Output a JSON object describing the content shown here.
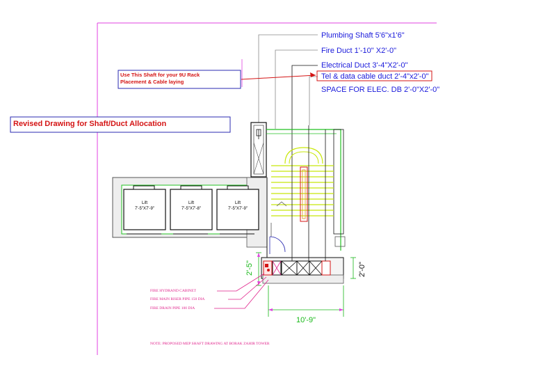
{
  "labels": {
    "plumbing_shaft": "Plumbing Shaft 5'6\"x1'6\"",
    "fire_duct": "Fire Duct 1'-10\" X2'-0\"",
    "electrical_duct": "Electrical Duct 3'-4\"X2'-0\"",
    "tel_data_duct": "Tel & data  cable duct 2'-4\"x2'-0\"",
    "space_elec_db": "SPACE FOR ELEC. DB 2'-0\"X2'-0\""
  },
  "callout": {
    "line1": "Use This Shaft for your 9U Rack",
    "line2": "Placement & Cable laying"
  },
  "title_box": {
    "text": "Revised Drawing for Shaft/Duct Allocation"
  },
  "lifts": [
    {
      "label": "Lift",
      "size": "7'-5\"X7'-9\""
    },
    {
      "label": "Lift",
      "size": "7'-5\"X7'-8\""
    },
    {
      "label": "Lift",
      "size": "7'-5\"X7'-9\""
    }
  ],
  "dimensions": {
    "left_vertical": "2'-5\"",
    "right_vertical": "2'-0\"",
    "bottom_horizontal": "10'-9\""
  },
  "notes": {
    "fire_hydrant": "FIRE HYDRAND CABINET",
    "fire_main_riser": "FIRE MAIN RISER PIPE 150 DIA",
    "fire_drain": "FIRE DRAIN PIPE 100 DIA",
    "bottom_note": "NOTE: PROPOSED MEP SHAFT DRAWING AT BORAK ZAHIR TOWER"
  },
  "colors": {
    "border_magenta": "#e040e0",
    "label_blue": "#1a1adb",
    "callout_red": "#d41414",
    "wall_green": "#22c022",
    "stair_yellow": "#c8e80a",
    "dim_green": "#18b818",
    "note_pink": "#e0208a"
  }
}
